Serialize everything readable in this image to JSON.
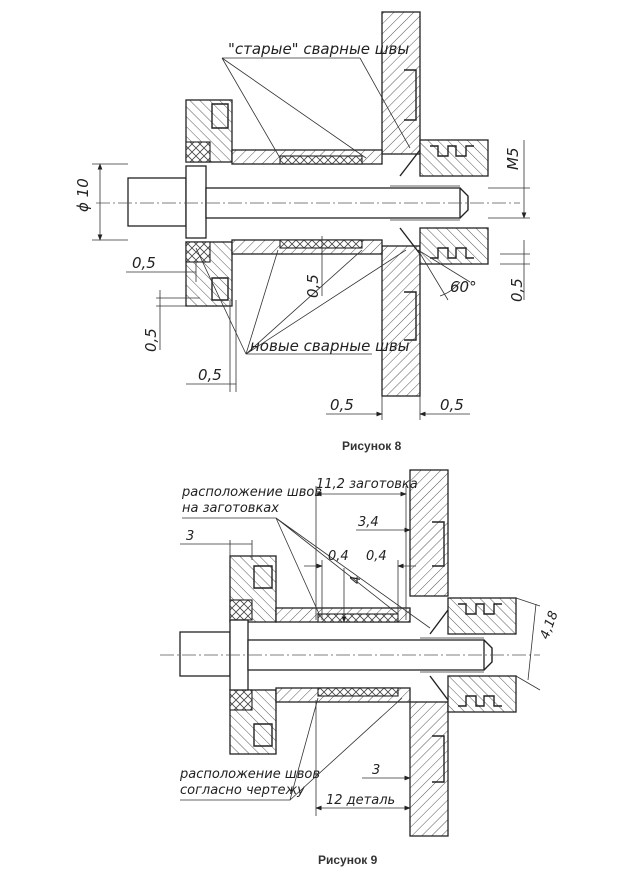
{
  "figure8": {
    "caption": "Рисунок 8",
    "label_old_welds": "\"старые\" сварные швы",
    "label_new_welds": "новые сварные швы",
    "dim_diameter": "ϕ 10",
    "dim_thread": "M5",
    "dim_angle": "60°",
    "dim_05_a": "0,5",
    "dim_05_b": "0,5",
    "dim_05_c": "0,5",
    "dim_05_d": "0,5",
    "dim_05_e": "0,5",
    "dim_05_f": "0,5",
    "dim_05_g": "0,5"
  },
  "figure9": {
    "caption": "Рисунок 9",
    "label_blank_welds_1": "расположение швов",
    "label_blank_welds_2": "на заготовках",
    "label_drawing_welds_1": "расположение швов",
    "label_drawing_welds_2": "согласно чертежу",
    "dim_blank": "11,2 заготовка",
    "dim_part": "12 деталь",
    "dim_34": "3,4",
    "dim_04_a": "0,4",
    "dim_04_b": "0,4",
    "dim_3_top": "3",
    "dim_3_bottom": "3",
    "dim_4": "4",
    "dim_418": "4,18"
  }
}
